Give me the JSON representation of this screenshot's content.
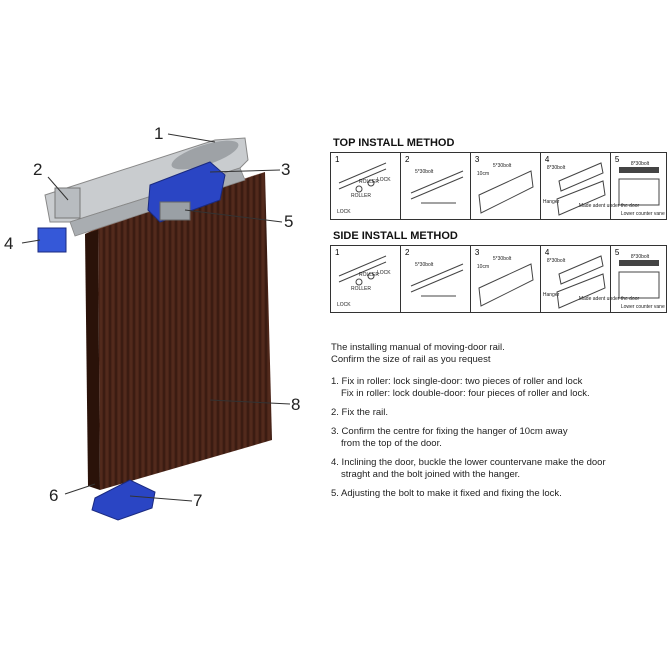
{
  "callouts": [
    "1",
    "2",
    "3",
    "4",
    "5",
    "6",
    "7",
    "8"
  ],
  "colors": {
    "wood": "#4a2418",
    "rail": "#c9cccf",
    "blue": "#2a45c4"
  },
  "top": {
    "title": "TOP INSTALL METHOD",
    "steps": [
      {
        "n": "1",
        "labels": [
          "LOCK",
          "ROLLER",
          "ROLLER",
          "LOCK"
        ]
      },
      {
        "n": "2",
        "labels": [
          "5*30bolt"
        ]
      },
      {
        "n": "3",
        "labels": [
          "5*30bolt",
          "10cm"
        ]
      },
      {
        "n": "4",
        "labels": [
          "8*30bolt",
          "Hanger",
          "Made adent under the door"
        ]
      },
      {
        "n": "5",
        "labels": [
          "8*30bolt",
          "Lower counter vane"
        ]
      }
    ]
  },
  "side": {
    "title": "SIDE INSTALL METHOD",
    "steps": [
      {
        "n": "1",
        "labels": [
          "LOCK",
          "ROLLER",
          "ROLLER",
          "LOCK"
        ]
      },
      {
        "n": "2",
        "labels": [
          "5*30bolt"
        ]
      },
      {
        "n": "3",
        "labels": [
          "5*30bolt",
          "10cm"
        ]
      },
      {
        "n": "4",
        "labels": [
          "8*30bolt",
          "Hanger",
          "Made adent under the door"
        ]
      },
      {
        "n": "5",
        "labels": [
          "8*30bolt",
          "Lower counter vane"
        ]
      }
    ]
  },
  "manual": {
    "intro1": "The installing manual of moving-door rail.",
    "intro2": "Confirm the size of rail as you request",
    "steps": [
      {
        "line1": "1. Fix in roller: lock single-door: two pieces of roller and lock",
        "line2": "Fix in roller: lock double-door: four pieces of roller and lock."
      },
      {
        "line1": "2. Fix the rail."
      },
      {
        "line1": "3. Confirm the centre for fixing the hanger of 10cm away",
        "line2": "from the top of the door."
      },
      {
        "line1": "4. Inclining the door, buckle the lower countervane make the door",
        "line2": "straght and the bolt joined with the hanger."
      },
      {
        "line1": "5. Adjusting the bolt to make it fixed and fixing the lock."
      }
    ]
  }
}
